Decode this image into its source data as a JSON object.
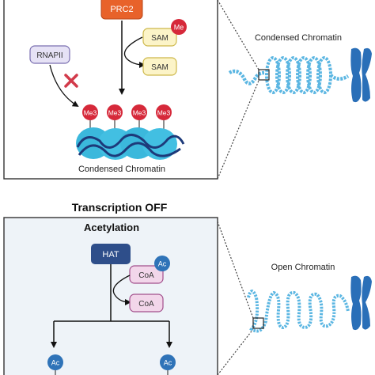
{
  "top_panel": {
    "prc2_label": "PRC2",
    "me_label": "Me",
    "sam_label_1": "SAM",
    "sam_label_2": "SAM",
    "rnapii_label": "RNAPII",
    "me3_labels": [
      "Me3",
      "Me3",
      "Me3",
      "Me3"
    ],
    "caption": "Condensed Chromatin"
  },
  "condensed_chromatin_label": "Condensed Chromatin",
  "transcription_heading": "Transcription OFF",
  "bottom_panel": {
    "title": "Acetylation",
    "hat_label": "HAT",
    "ac_label": "Ac",
    "coa_label_1": "CoA",
    "coa_label_2": "CoA",
    "ac_left": "Ac",
    "ac_right": "Ac"
  },
  "open_chromatin_label": "Open Chromatin",
  "colors": {
    "prc2": "#e8622a",
    "me_circle": "#d6293a",
    "sam_fill": "#fcf4c8",
    "sam_stroke": "#cdb84a",
    "rnapii_fill": "#e6e2f5",
    "rnapii_stroke": "#7a6fb0",
    "inhibit_x": "#d23a4a",
    "nucleosome": "#3bb8dc",
    "dna_dark": "#1d3a7a",
    "chromatin": "#5bb6e2",
    "chromosome": "#2a6fb8",
    "hat": "#2e4e8a",
    "coa_fill": "#f2d6ea",
    "coa_stroke": "#a24f8c",
    "ac_circle": "#2f73b8",
    "panel_bg": "#eef3f8"
  }
}
